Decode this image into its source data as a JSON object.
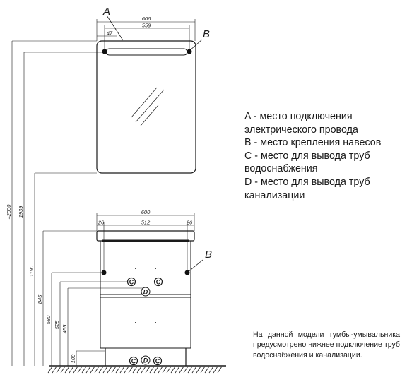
{
  "legend": [
    "A - место подключения",
    "электрического провода",
    "B - место крепления навесов",
    "C - место для вывода труб",
    "водоснабжения",
    "D - место для вывода труб",
    "канализации"
  ],
  "note": "На данной модели тумбы-умывальника предусмотрено нижнее подключение труб водоснабжения и канализации.",
  "markers": {
    "a": "A",
    "b_top": "B",
    "b_bottom": "B",
    "c": "C",
    "d": "D"
  },
  "dims": {
    "mirror_width": "606",
    "mirror_inner": "559",
    "mirror_offset": "47",
    "cabinet_width": "600",
    "cabinet_inner": "512",
    "cabinet_left": "26",
    "cabinet_right": "26",
    "h_total": "≈2000",
    "h_1939": "1939",
    "h_1190": "1190",
    "h_845": "845",
    "h_580": "580",
    "h_525": "525",
    "h_455": "455",
    "h_100": "100"
  }
}
